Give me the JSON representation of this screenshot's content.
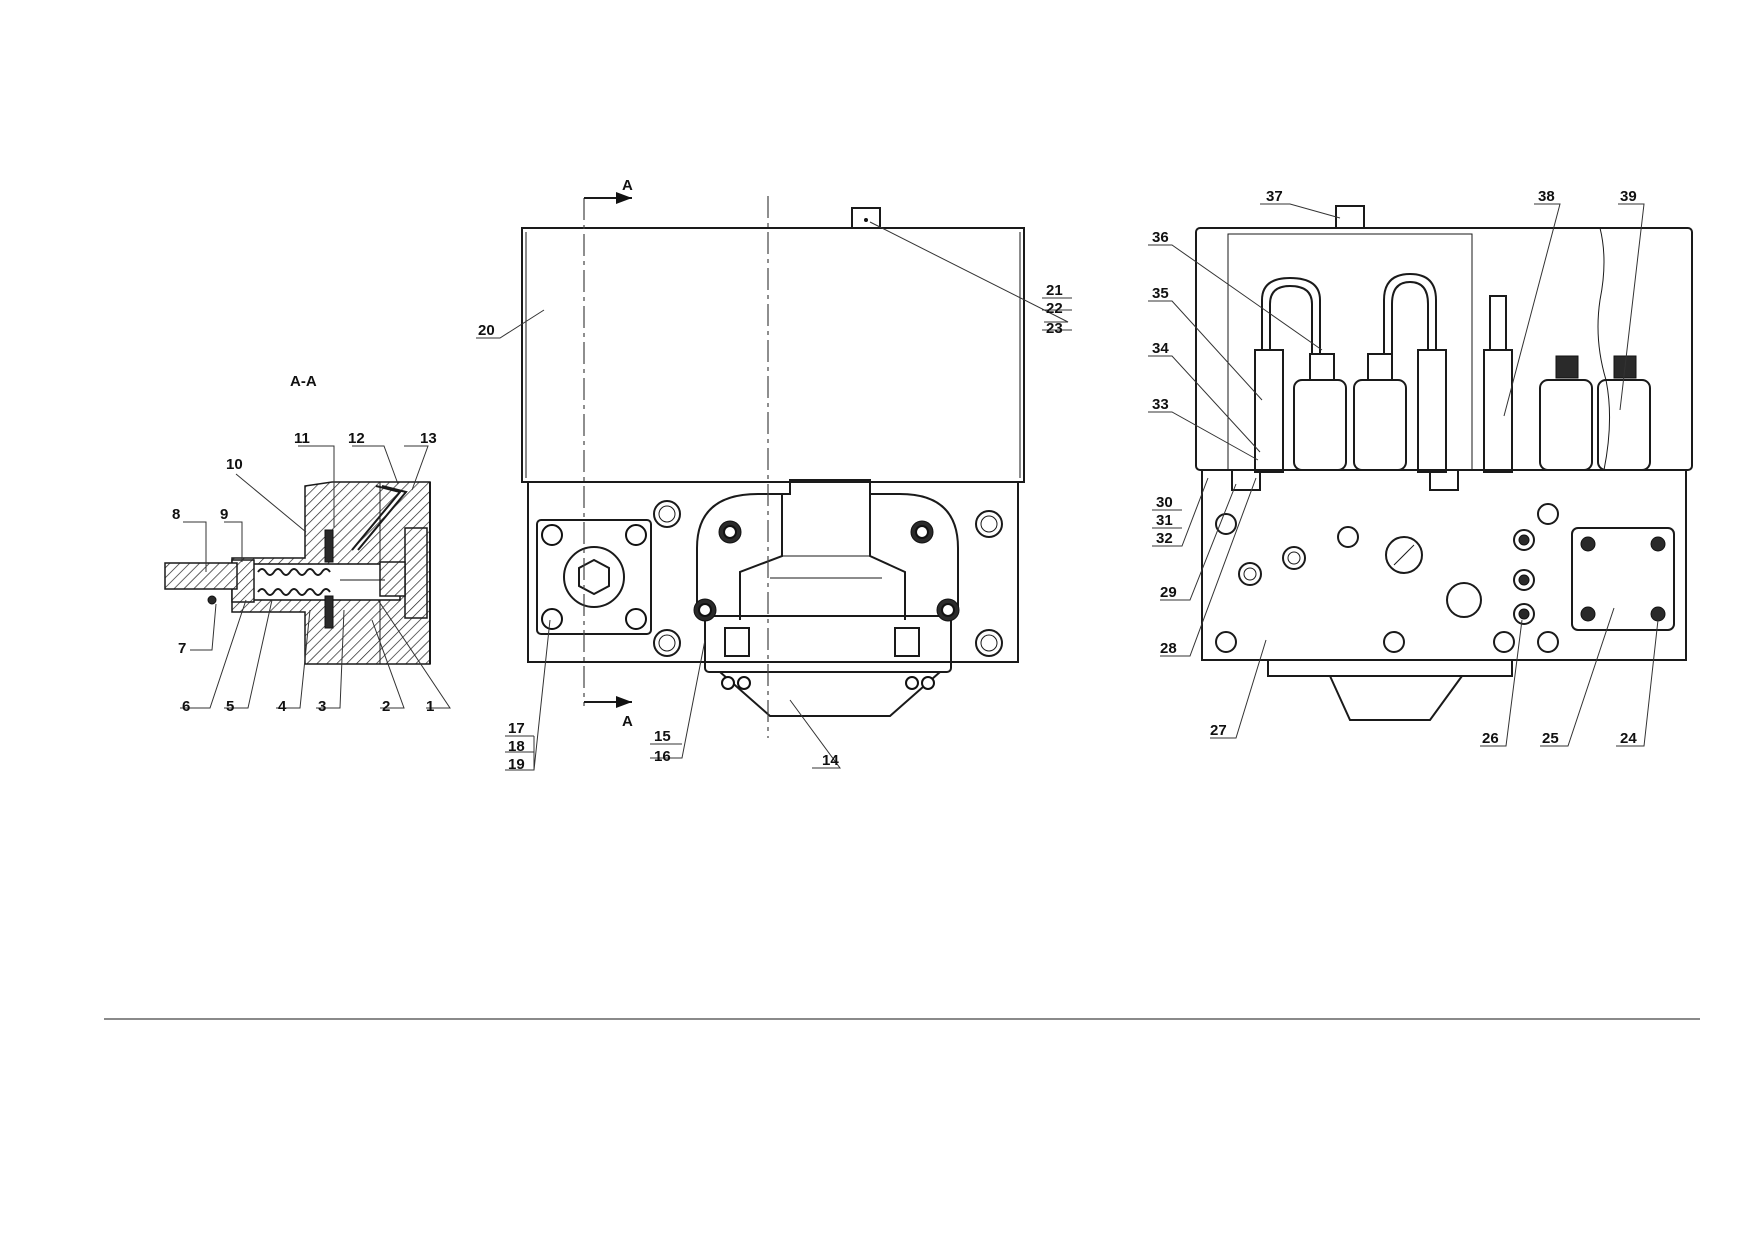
{
  "section_title": "A-A",
  "section_mark": "A",
  "callouts": {
    "c1": "1",
    "c2": "2",
    "c3": "3",
    "c4": "4",
    "c5": "5",
    "c6": "6",
    "c7": "7",
    "c8": "8",
    "c9": "9",
    "c10": "10",
    "c11": "11",
    "c12": "12",
    "c13": "13",
    "c14": "14",
    "c15": "15",
    "c16": "16",
    "c17": "17",
    "c18": "18",
    "c19": "19",
    "c20": "20",
    "c21": "21",
    "c22": "22",
    "c23": "23",
    "c24": "24",
    "c25": "25",
    "c26": "26",
    "c27": "27",
    "c28": "28",
    "c29": "29",
    "c30": "30",
    "c31": "31",
    "c32": "32",
    "c33": "33",
    "c34": "34",
    "c35": "35",
    "c36": "36",
    "c37": "37",
    "c38": "38",
    "c39": "39"
  }
}
